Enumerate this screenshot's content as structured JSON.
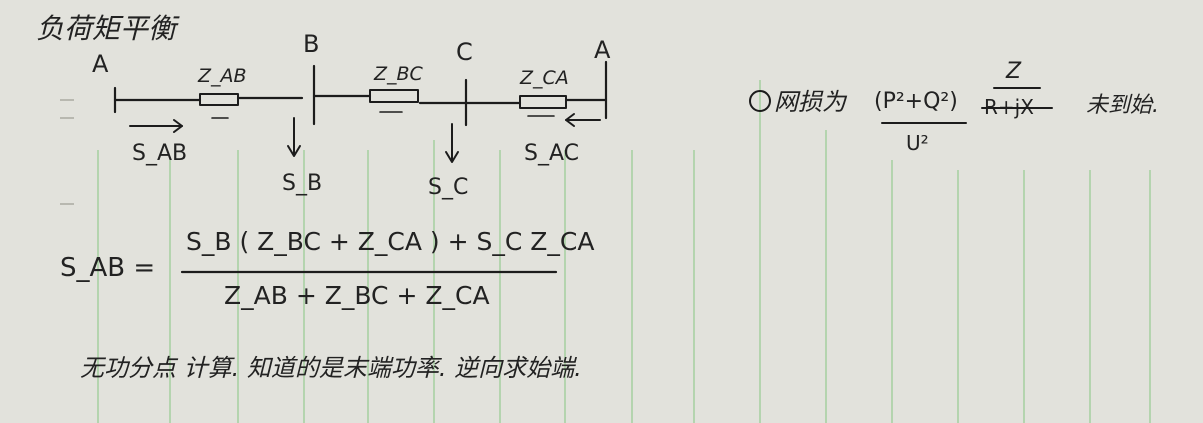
{
  "title": "负荷矩平衡",
  "nodes": {
    "a_left": "A",
    "b": "B",
    "c": "C",
    "a_right": "A"
  },
  "impedances": {
    "ab": "Z_AB",
    "bc": "Z_BC",
    "ca": "Z_CA"
  },
  "powers": {
    "s_ab": "S_AB",
    "s_b": "S_B",
    "s_c": "S_C",
    "s_ac": "S_AC"
  },
  "formula": {
    "lhs": "S_AB =",
    "numerator": "S_B ( Z_BC + Z_CA ) + S_C Z_CA",
    "denominator": "Z_AB + Z_BC + Z_CA"
  },
  "note_bottom": "无功分点 计算. 知道的是末端功率. 逆向求始端.",
  "loss": {
    "prefix": "网损为",
    "numerator": "(P²+Q²)",
    "denominator": "U²",
    "z_symbol": "Z",
    "struck_text": "R+jX",
    "suffix": "未到始."
  }
}
